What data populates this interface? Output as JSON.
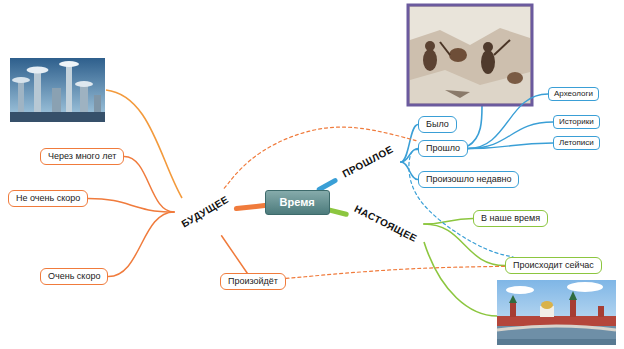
{
  "diagram": {
    "nodes": [
      {
        "text": [
          "Время"
        ]
      },
      {
        "text": [
          "ПРОШЛОЕ"
        ]
      },
      {
        "text": [
          "Было"
        ]
      },
      {
        "text": [
          "Прошло"
        ]
      },
      {
        "text": [
          "Произошло недавно"
        ]
      },
      {
        "text": [
          "Археологи"
        ]
      },
      {
        "text": [
          "Историки"
        ]
      },
      {
        "text": [
          "Летописи"
        ]
      },
      {
        "text": [
          "НАСТОЯЩЕЕ"
        ]
      },
      {
        "text": [
          "В наше время"
        ]
      },
      {
        "text": [
          "Происходит сейчас"
        ]
      },
      {
        "text": [
          "БУДУЩЕЕ"
        ]
      },
      {
        "text": [
          "Через много лет"
        ]
      },
      {
        "text": [
          "Не очень скоро"
        ]
      },
      {
        "text": [
          "Очень скоро"
        ]
      },
      {
        "text": [
          "Произойдёт"
        ]
      }
    ],
    "edges": [
      {
        "from": 0,
        "to": 1,
        "arrow": "none"
      },
      {
        "from": 1,
        "to": 2,
        "arrow": "none"
      },
      {
        "from": 1,
        "to": 3,
        "arrow": "none"
      },
      {
        "from": 1,
        "to": 4,
        "arrow": "none"
      },
      {
        "from": 3,
        "to": 5,
        "arrow": "none"
      },
      {
        "from": 3,
        "to": 6,
        "arrow": "none"
      },
      {
        "from": 3,
        "to": 7,
        "arrow": "none"
      },
      {
        "from": 0,
        "to": 8,
        "arrow": "none"
      },
      {
        "from": 8,
        "to": 9,
        "arrow": "none"
      },
      {
        "from": 8,
        "to": 10,
        "arrow": "none"
      },
      {
        "from": 0,
        "to": 11,
        "arrow": "none"
      },
      {
        "from": 11,
        "to": 12,
        "arrow": "none"
      },
      {
        "from": 11,
        "to": 13,
        "arrow": "none"
      },
      {
        "from": 11,
        "to": 14,
        "arrow": "none"
      },
      {
        "from": 11,
        "to": 15,
        "arrow": "none"
      },
      {
        "from": 11,
        "to": 3,
        "arrow": "none"
      },
      {
        "from": 3,
        "to": 10,
        "arrow": "none"
      },
      {
        "from": 15,
        "to": 10,
        "arrow": "none"
      }
    ]
  }
}
